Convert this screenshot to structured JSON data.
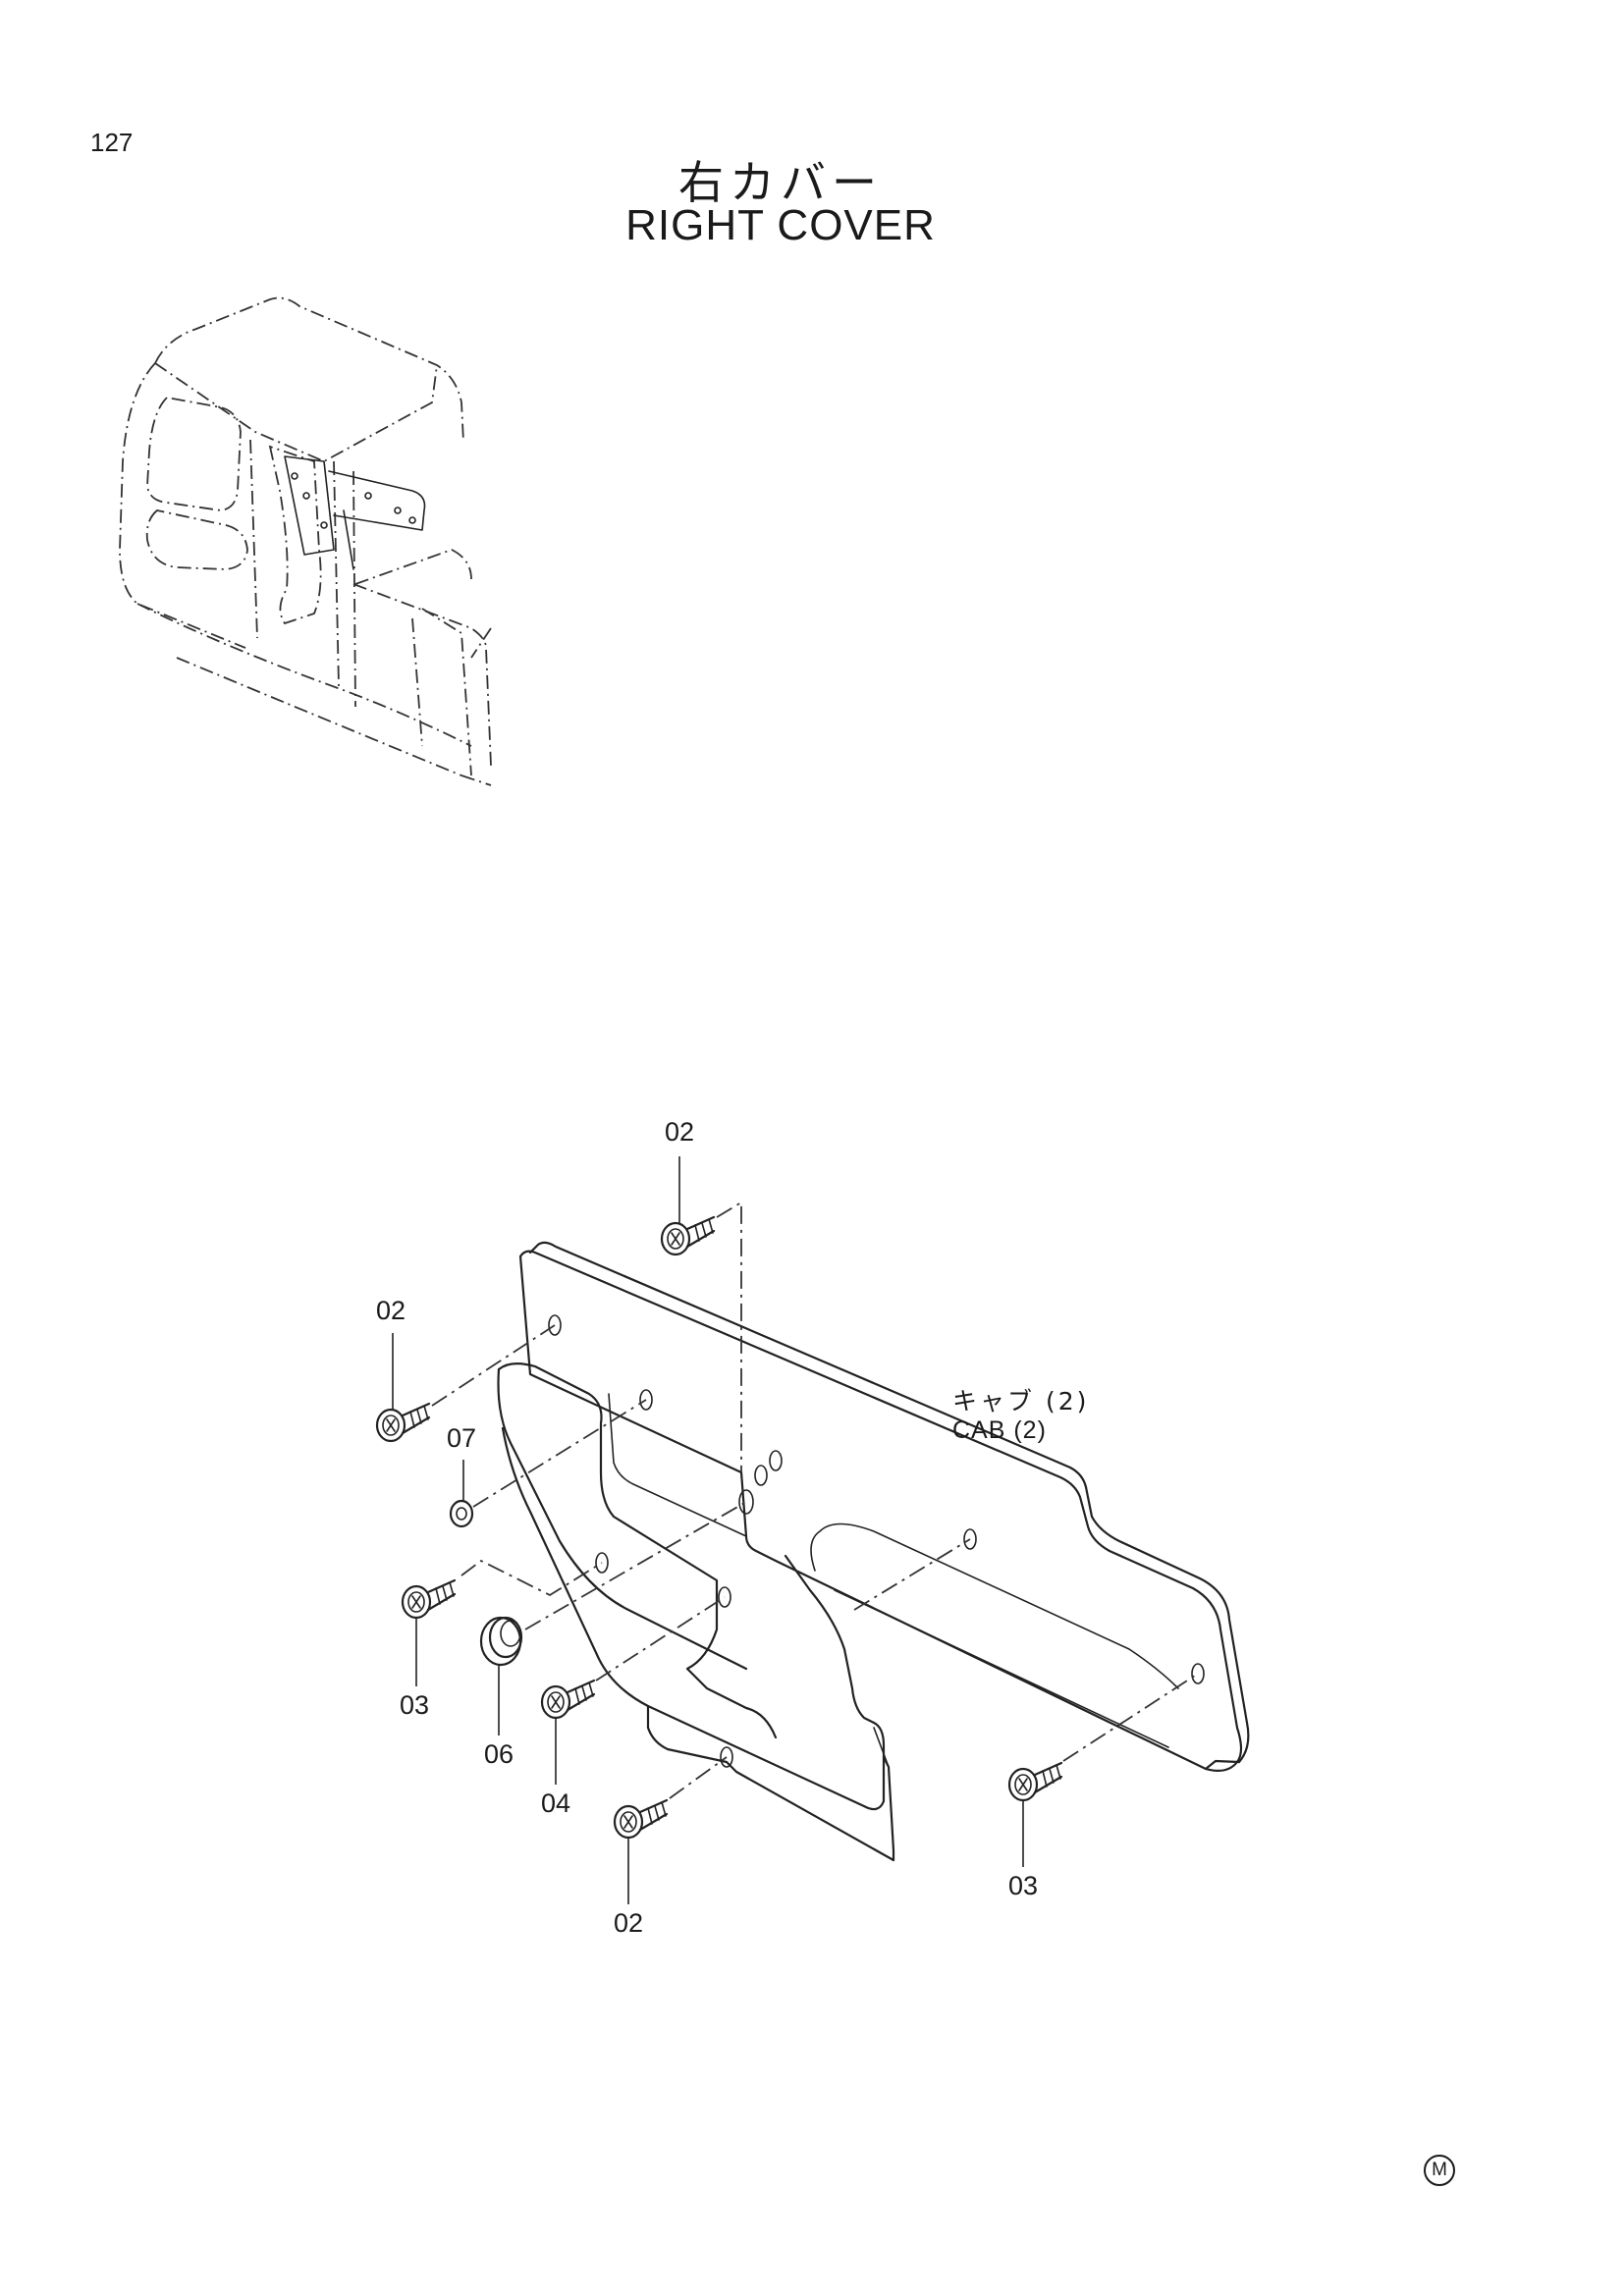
{
  "page": {
    "number": "127",
    "title_jp": "右カバー",
    "title_en": "RIGHT COVER",
    "mark": "M"
  },
  "callouts": [
    {
      "id": "c1",
      "text": "02"
    },
    {
      "id": "c2",
      "text": "02"
    },
    {
      "id": "c3",
      "text": "07"
    },
    {
      "id": "c4",
      "text": "03"
    },
    {
      "id": "c5",
      "text": "06"
    },
    {
      "id": "c6",
      "text": "04"
    },
    {
      "id": "c7",
      "text": "02"
    },
    {
      "id": "c8",
      "text": "03"
    }
  ],
  "mate_label": {
    "jp": "キャブ (2)",
    "en": "CAB (2)"
  }
}
